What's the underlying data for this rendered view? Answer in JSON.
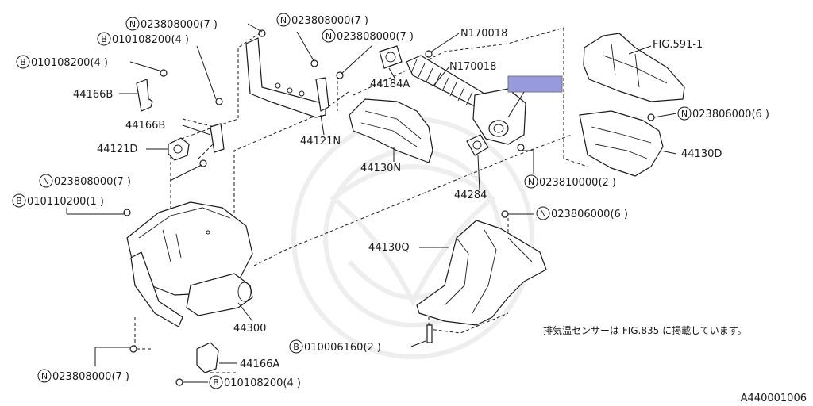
{
  "prefix_n": "N",
  "prefix_b": "B",
  "labels": {
    "n_top1": "023808000(7 )",
    "b_top2": "010108200(4 )",
    "n_top3": "023808000(7 )",
    "n_top4": "023808000(7 )",
    "n_170018_a": "N170018",
    "n_170018_b": "N170018",
    "fig_591": "FIG.591-1",
    "b_left1": "010108200(4 )",
    "p_44166b_1": "44166B",
    "p_44184a": "44184A",
    "p_44166b_2": "44166B",
    "p_44121d": "44121D",
    "p_44121n": "44121N",
    "p_44130n": "44130N",
    "n_023806_right": "023806000(6 )",
    "p_44130d": "44130D",
    "n_left_mid": "023808000(7 )",
    "n_023810": "023810000(2 )",
    "p_44284": "44284",
    "b_010110": "010110200(1 )",
    "n_023806_mid": "023806000(6 )",
    "p_44130q": "44130Q",
    "p_44300": "44300",
    "b_010006": "010006160(2 )",
    "n_bottom_left": "023808000(7 )",
    "p_44166a": "44166A",
    "b_bottom": "010108200(4 )"
  },
  "note": "排気温センサーは FIG.835 に掲載しています。",
  "doc_id": "A440001006",
  "highlight_color": "#9999dd"
}
